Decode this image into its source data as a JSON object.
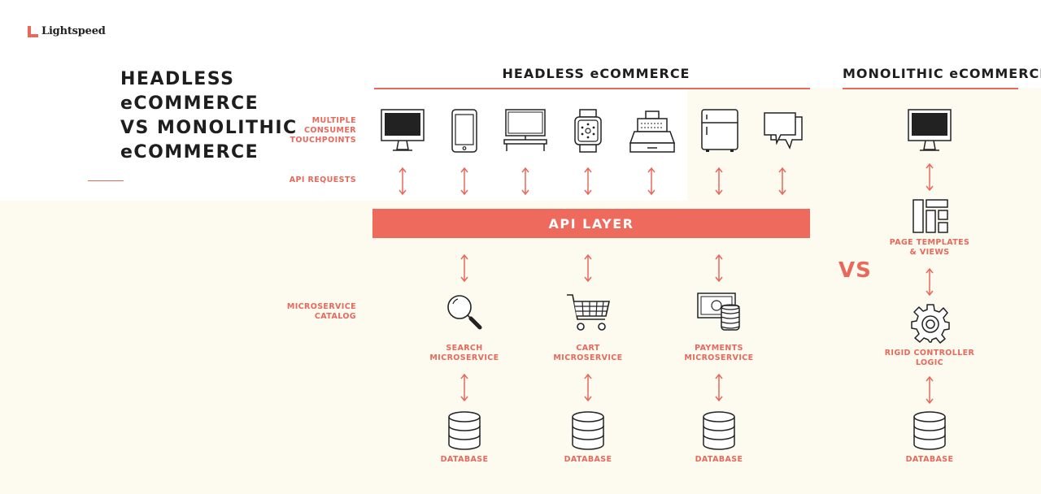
{
  "brand": {
    "name": "Lightspeed",
    "color": "#e8685a"
  },
  "title_lines": [
    "HEADLESS",
    "eCOMMERCE",
    "VS MONOLITHIC",
    "eCOMMERCE"
  ],
  "headers": {
    "headless": "HEADLESS eCOMMERCE",
    "monolithic": "MONOLITHIC eCOMMERCE"
  },
  "row_labels": {
    "touchpoints": "MULTIPLE\nCONSUMER\nTOUCHPOINTS",
    "api_requests": "API REQUESTS",
    "microservice_catalog": "MICROSERVICE\nCATALOG"
  },
  "touchpoint_icons": [
    "desktop-monitor-icon",
    "smartphone-icon",
    "tv-icon",
    "smartwatch-icon",
    "cash-register-icon",
    "fridge-icon",
    "chat-bubbles-icon"
  ],
  "api_layer": "API LAYER",
  "microservices": [
    {
      "icon": "magnifier-icon",
      "label": "SEARCH\nMICROSERVICE"
    },
    {
      "icon": "shopping-cart-icon",
      "label": "CART\nMICROSERVICE"
    },
    {
      "icon": "cash-coins-icon",
      "label": "PAYMENTS\nMICROSERVICE"
    }
  ],
  "database_label": "DATABASE",
  "vs": "VS",
  "monolithic": {
    "templates": "PAGE TEMPLATES\n& VIEWS",
    "controller": "RIGID CONTROLLER\nLOGIC",
    "database": "DATABASE"
  },
  "colors": {
    "accent": "#e8685a",
    "api_bar": "#ee6a5c",
    "background": "#fdfaf0"
  }
}
